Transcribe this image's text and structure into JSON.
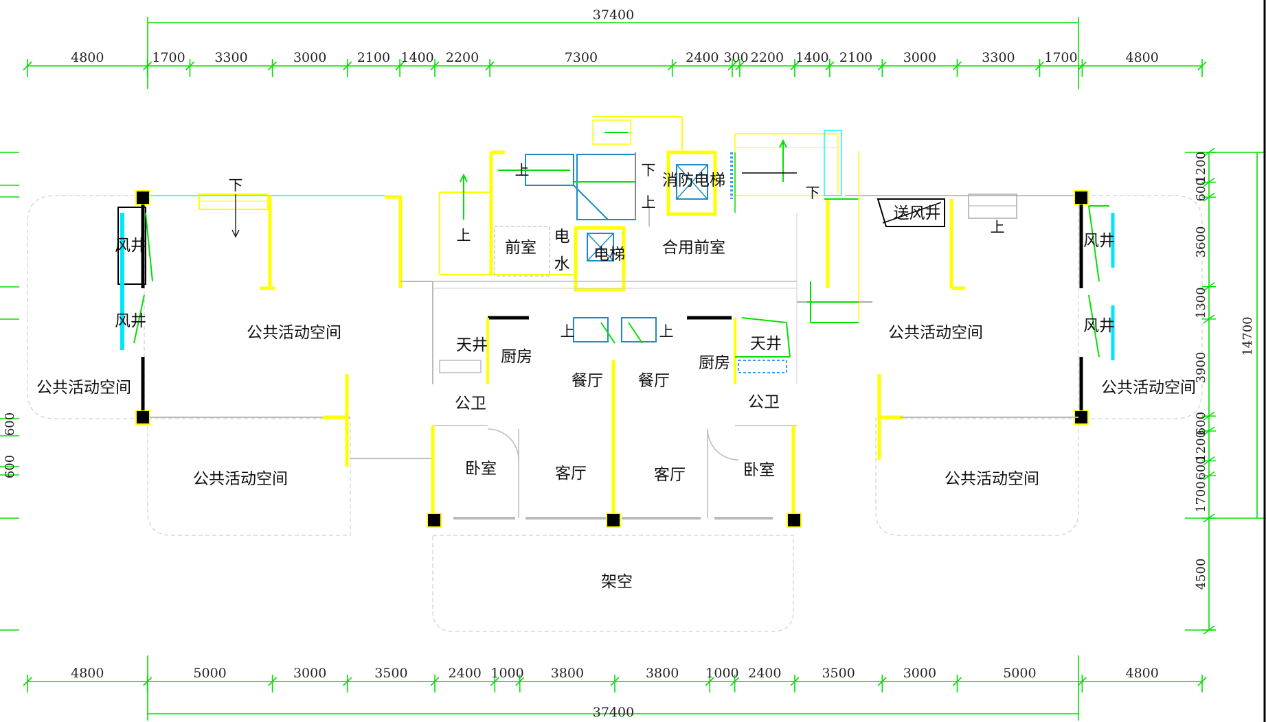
{
  "colors": {
    "dimension_line": "#00e000",
    "wall_yellow": "#ffff00",
    "stair_cyan": "#1a8ccc",
    "wall_black": "#000000",
    "outline_gray": "#cccccc"
  },
  "dimensions": {
    "top_total": "37400",
    "top_segments": [
      "4800",
      "1700",
      "3300",
      "3000",
      "2100",
      "1400",
      "2200",
      "7300",
      "2400",
      "300",
      "2200",
      "1400",
      "2100",
      "3000",
      "3300",
      "1700",
      "4800"
    ],
    "bottom_total": "37400",
    "bottom_segments": [
      "4800",
      "5000",
      "3000",
      "3500",
      "2400",
      "1000",
      "3800",
      "3800",
      "1000",
      "2400",
      "3500",
      "3000",
      "5000",
      "4800"
    ],
    "right_segments": [
      "1200",
      "600",
      "3600",
      "1300",
      "3900",
      "600",
      "1200",
      "600",
      "1700",
      "4500"
    ],
    "right_total": "14700",
    "left_segments": [
      "600",
      "600"
    ]
  },
  "rooms": {
    "air_shaft": "风井",
    "public_space": "公共活动空间",
    "front_room": "前室",
    "elec": "电",
    "water": "水",
    "elevator": "电梯",
    "fire_elevator": "消防电梯",
    "shared_front_room": "合用前室",
    "supply_air_shaft": "送风井",
    "courtyard": "天井",
    "kitchen": "厨房",
    "dining": "餐厅",
    "public_wc": "公卫",
    "bedroom": "卧室",
    "living": "客厅",
    "stilt": "架空"
  },
  "stairs": {
    "up": "上",
    "down": "下"
  }
}
